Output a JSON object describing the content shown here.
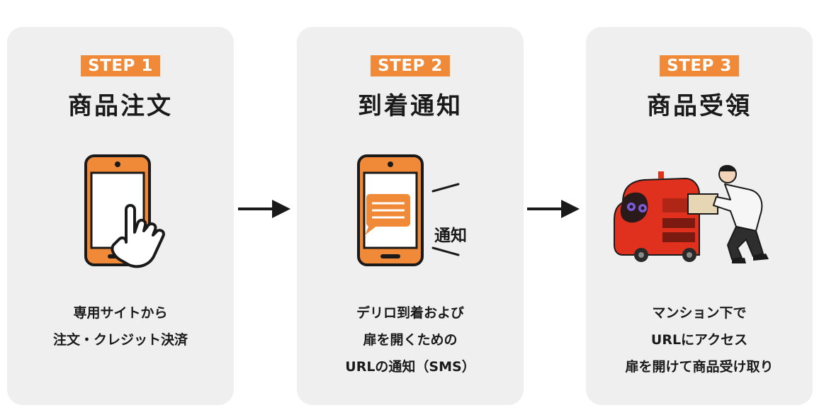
{
  "steps": [
    {
      "badge": "STEP 1",
      "title": "商品注文",
      "lines": [
        "専用サイトから",
        "注文・クレジット決済"
      ]
    },
    {
      "badge": "STEP 2",
      "title": "到着通知",
      "notification_label": "通知",
      "lines": [
        "デリロ到着および",
        "扉を開くための",
        "URLの通知（SMS）"
      ]
    },
    {
      "badge": "STEP 3",
      "title": "商品受領",
      "lines": [
        "マンション下で",
        "URLにアクセス",
        "扉を開けて商品受け取り"
      ]
    }
  ],
  "icons": {
    "step1": "smartphone-tap-icon",
    "step2": "smartphone-message-icon",
    "step3": "delivery-robot-person-icon",
    "arrow": "arrow-right-icon"
  },
  "colors": {
    "accent": "#f08a38",
    "card_background": "#efefef",
    "robot": "#e0301e",
    "text": "#1a1a1a"
  }
}
